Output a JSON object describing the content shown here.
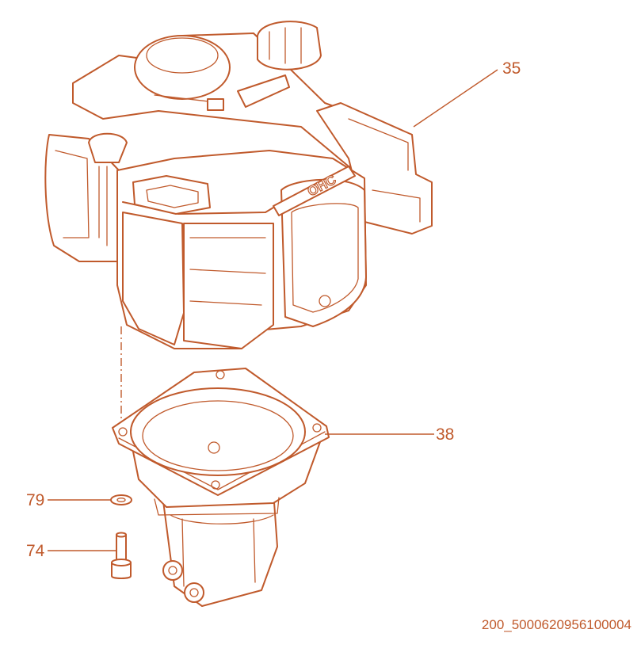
{
  "callouts": {
    "p35": "35",
    "p38": "38",
    "p79": "79",
    "p74": "74"
  },
  "drawing_code": "200_5000620956100004",
  "colors": {
    "line": "#c05a2c",
    "background": "#ffffff"
  },
  "engine_badge": "OHC"
}
